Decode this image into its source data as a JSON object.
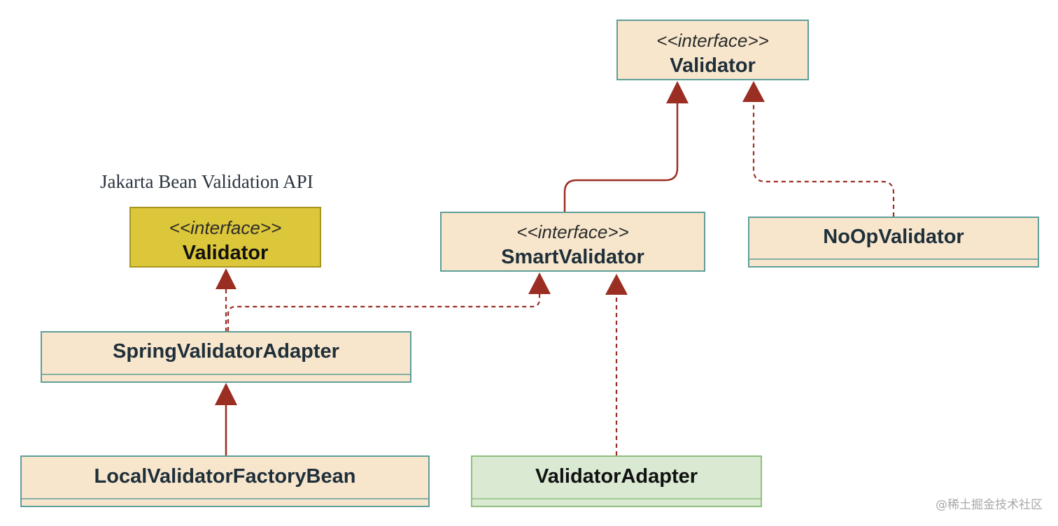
{
  "colors": {
    "box_fill": "#f7e6cc",
    "box_border": "#5e9e9a",
    "jakarta_fill": "#dcc63a",
    "jakarta_border": "#a8951f",
    "adapter_fill": "#d9e9d2",
    "adapter_border": "#8fbf7f",
    "arrow": "#9b2e22"
  },
  "caption": {
    "jakarta_api": "Jakarta Bean Validation API"
  },
  "nodes": {
    "validator": {
      "stereotype": "<<interface>>",
      "name": "Validator"
    },
    "jakarta_validator": {
      "stereotype": "<<interface>>",
      "name": "Validator"
    },
    "smart_validator": {
      "stereotype": "<<interface>>",
      "name": "SmartValidator"
    },
    "noop_validator": {
      "name": "NoOpValidator"
    },
    "spring_validator_adapter": {
      "name": "SpringValidatorAdapter"
    },
    "local_validator_factory_bean": {
      "name": "LocalValidatorFactoryBean"
    },
    "validator_adapter": {
      "name": "ValidatorAdapter"
    }
  },
  "watermark": "@稀土掘金技术社区"
}
